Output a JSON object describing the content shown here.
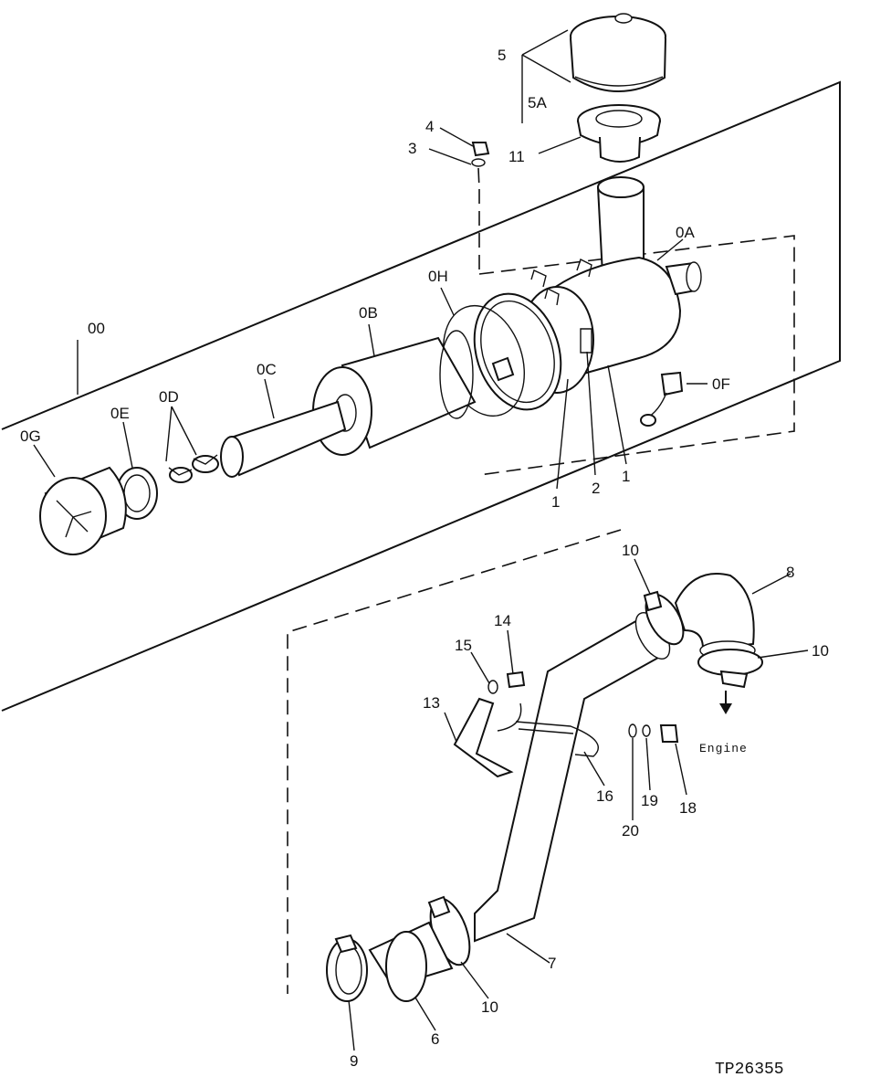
{
  "callouts": {
    "c00": "00",
    "c0A": "0A",
    "c0B": "0B",
    "c0C": "0C",
    "c0D": "0D",
    "c0E": "0E",
    "c0F": "0F",
    "c0G": "0G",
    "c0H": "0H",
    "c5A": "5A",
    "c1a": "1",
    "c1b": "1",
    "c2": "2",
    "c3": "3",
    "c4": "4",
    "c5": "5",
    "c6": "6",
    "c7": "7",
    "c8": "8",
    "c9": "9",
    "c10a": "10",
    "c10b": "10",
    "c10c": "10",
    "c11": "11",
    "c13": "13",
    "c14": "14",
    "c15": "15",
    "c16": "16",
    "c18": "18",
    "c19": "19",
    "c20": "20"
  },
  "engine_label": "Engine",
  "doc_id": "TP26355"
}
